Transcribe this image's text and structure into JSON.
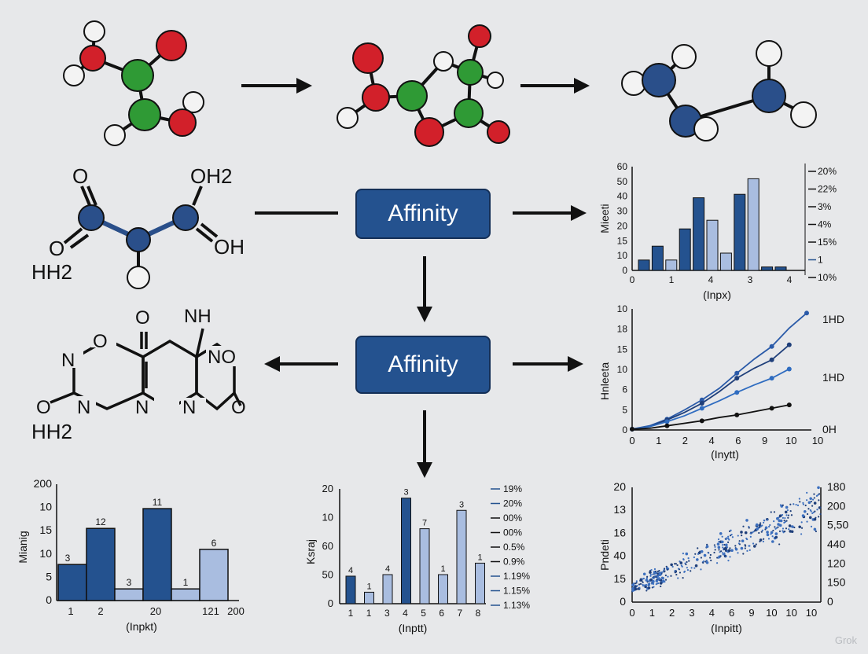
{
  "flow": {
    "center_top_label": "Affinity",
    "center_mid_label": "Affinity"
  },
  "structures": {
    "skeletal_a": {
      "top_left": "O",
      "top_right": "OH2",
      "left_low": "O",
      "right_low": "OH",
      "bottom_left": "HH2"
    },
    "skeletal_b": {
      "carbonyl": "O",
      "amine": "NH",
      "ring_o": "O",
      "n_left": "N",
      "n_bl": "N",
      "n_center": "N",
      "n_br": "N",
      "no_right": "NO",
      "o_left": "O",
      "o_right": "O",
      "bottom_left": "HH2"
    }
  },
  "watermark": "Grok",
  "chart_data": [
    {
      "type": "bar",
      "id": "top-right",
      "ylabel": "Mieeti",
      "xlabel": "(Inpx)",
      "yticks": [
        "60",
        "50",
        "40",
        "30",
        "20",
        "15",
        "10",
        "0"
      ],
      "xticks": [
        "0",
        "1",
        "4",
        "3",
        "4"
      ],
      "ylim": [
        0,
        60
      ],
      "bars": [
        {
          "value": 6,
          "shade": "dark"
        },
        {
          "value": 14,
          "shade": "dark"
        },
        {
          "value": 6,
          "shade": "light"
        },
        {
          "value": 24,
          "shade": "dark"
        },
        {
          "value": 42,
          "shade": "dark"
        },
        {
          "value": 29,
          "shade": "light"
        },
        {
          "value": 10,
          "shade": "light"
        },
        {
          "value": 44,
          "shade": "dark"
        },
        {
          "value": 53,
          "shade": "light"
        },
        {
          "value": 2,
          "shade": "dark"
        },
        {
          "value": 2,
          "shade": "dark"
        }
      ],
      "legend": [
        "20%",
        "22%",
        "3%",
        "4%",
        "15%",
        "1",
        "10%"
      ]
    },
    {
      "type": "line",
      "id": "mid-right",
      "ylabel": "Hnleeta",
      "xlabel": "(Inytt)",
      "yticks": [
        "10",
        "18",
        "15",
        "10",
        "6",
        "5",
        "0"
      ],
      "xticks": [
        "0",
        "1",
        "2",
        "4",
        "6",
        "9",
        "10",
        "10"
      ],
      "xlim": [
        0,
        10
      ],
      "ylim": [
        0,
        10
      ],
      "labels": [
        "1HD",
        "1HD",
        "0H"
      ],
      "series": [
        {
          "points": [
            [
              0,
              0.1
            ],
            [
              1,
              0.5
            ],
            [
              2,
              1.3
            ],
            [
              3,
              2.4
            ],
            [
              4,
              3.6
            ],
            [
              5,
              5
            ],
            [
              6,
              6.8
            ],
            [
              7,
              8.5
            ],
            [
              8,
              10
            ],
            [
              9,
              12.2
            ],
            [
              10,
              14
            ]
          ],
          "color": "#2a5aa8"
        },
        {
          "points": [
            [
              0,
              0.1
            ],
            [
              1,
              0.4
            ],
            [
              2,
              1.2
            ],
            [
              3,
              2.1
            ],
            [
              4,
              3.2
            ],
            [
              5,
              4.6
            ],
            [
              6,
              6.2
            ],
            [
              7,
              7.4
            ],
            [
              8,
              8.4
            ],
            [
              9,
              10.2
            ]
          ],
          "color": "#1f3f7a"
        },
        {
          "points": [
            [
              0,
              0.1
            ],
            [
              1,
              0.4
            ],
            [
              2,
              1
            ],
            [
              3,
              1.7
            ],
            [
              4,
              2.6
            ],
            [
              5,
              3.5
            ],
            [
              6,
              4.5
            ],
            [
              7,
              5.4
            ],
            [
              8,
              6.2
            ],
            [
              9,
              7.3
            ]
          ],
          "color": "#2f6cc0"
        },
        {
          "points": [
            [
              0,
              0.1
            ],
            [
              1,
              0.2
            ],
            [
              2,
              0.5
            ],
            [
              3,
              0.8
            ],
            [
              4,
              1.1
            ],
            [
              5,
              1.5
            ],
            [
              6,
              1.8
            ],
            [
              7,
              2.2
            ],
            [
              8,
              2.6
            ],
            [
              9,
              3
            ]
          ],
          "color": "#111111"
        }
      ]
    },
    {
      "type": "bar",
      "id": "bottom-left",
      "ylabel": "Mianig",
      "xlabel": "(Inpkt)",
      "yticks": [
        "200",
        "10",
        "15",
        "10",
        "5",
        "0"
      ],
      "xticks": [
        "1",
        "2",
        "20",
        "121",
        "200"
      ],
      "ylim": [
        0,
        200
      ],
      "bars": [
        {
          "value": 62,
          "label": "3",
          "shade": "dark"
        },
        {
          "value": 124,
          "label": "12",
          "shade": "dark"
        },
        {
          "value": 20,
          "label": "3",
          "shade": "light"
        },
        {
          "value": 158,
          "label": "11",
          "shade": "dark"
        },
        {
          "value": 20,
          "label": "1",
          "shade": "light"
        },
        {
          "value": 88,
          "label": "6",
          "shade": "light"
        }
      ]
    },
    {
      "type": "bar",
      "id": "bottom-center",
      "ylabel": "Ksraj",
      "xlabel": "(Inptt)",
      "yticks": [
        "20",
        "10",
        "60",
        "50",
        "0"
      ],
      "xticks": [
        "1",
        "1",
        "3",
        "4",
        "5",
        "6",
        "7",
        "8"
      ],
      "ylim": [
        0,
        150
      ],
      "bars": [
        {
          "value": 36,
          "label": "4",
          "shade": "dark"
        },
        {
          "value": 15,
          "label": "1",
          "shade": "light"
        },
        {
          "value": 38,
          "label": "4",
          "shade": "light"
        },
        {
          "value": 138,
          "label": "3",
          "shade": "dark"
        },
        {
          "value": 98,
          "label": "7",
          "shade": "light"
        },
        {
          "value": 38,
          "label": "1",
          "shade": "light"
        },
        {
          "value": 122,
          "label": "3",
          "shade": "light"
        },
        {
          "value": 53,
          "label": "1",
          "shade": "light"
        }
      ],
      "legend": [
        "19%",
        "20%",
        "00%",
        "00%",
        "0.5%",
        "0.9%",
        "1.19%",
        "1.15%",
        "1.13%"
      ]
    },
    {
      "type": "scatter",
      "id": "bottom-right",
      "ylabel": "Pndeti",
      "xlabel": "(Inpitt)",
      "yticks_left": [
        "20",
        "13",
        "16",
        "40",
        "15",
        "0"
      ],
      "yticks_right": [
        "180",
        "200",
        "5,50",
        "440",
        "120",
        "150",
        "0"
      ],
      "xticks": [
        "0",
        "1",
        "2",
        "3",
        "4",
        "6",
        "9",
        "10",
        "10",
        "10"
      ],
      "xlim": [
        0,
        10
      ],
      "ylim": [
        0,
        20
      ],
      "trend": [
        [
          0,
          2.5
        ],
        [
          10,
          17
        ]
      ]
    }
  ]
}
